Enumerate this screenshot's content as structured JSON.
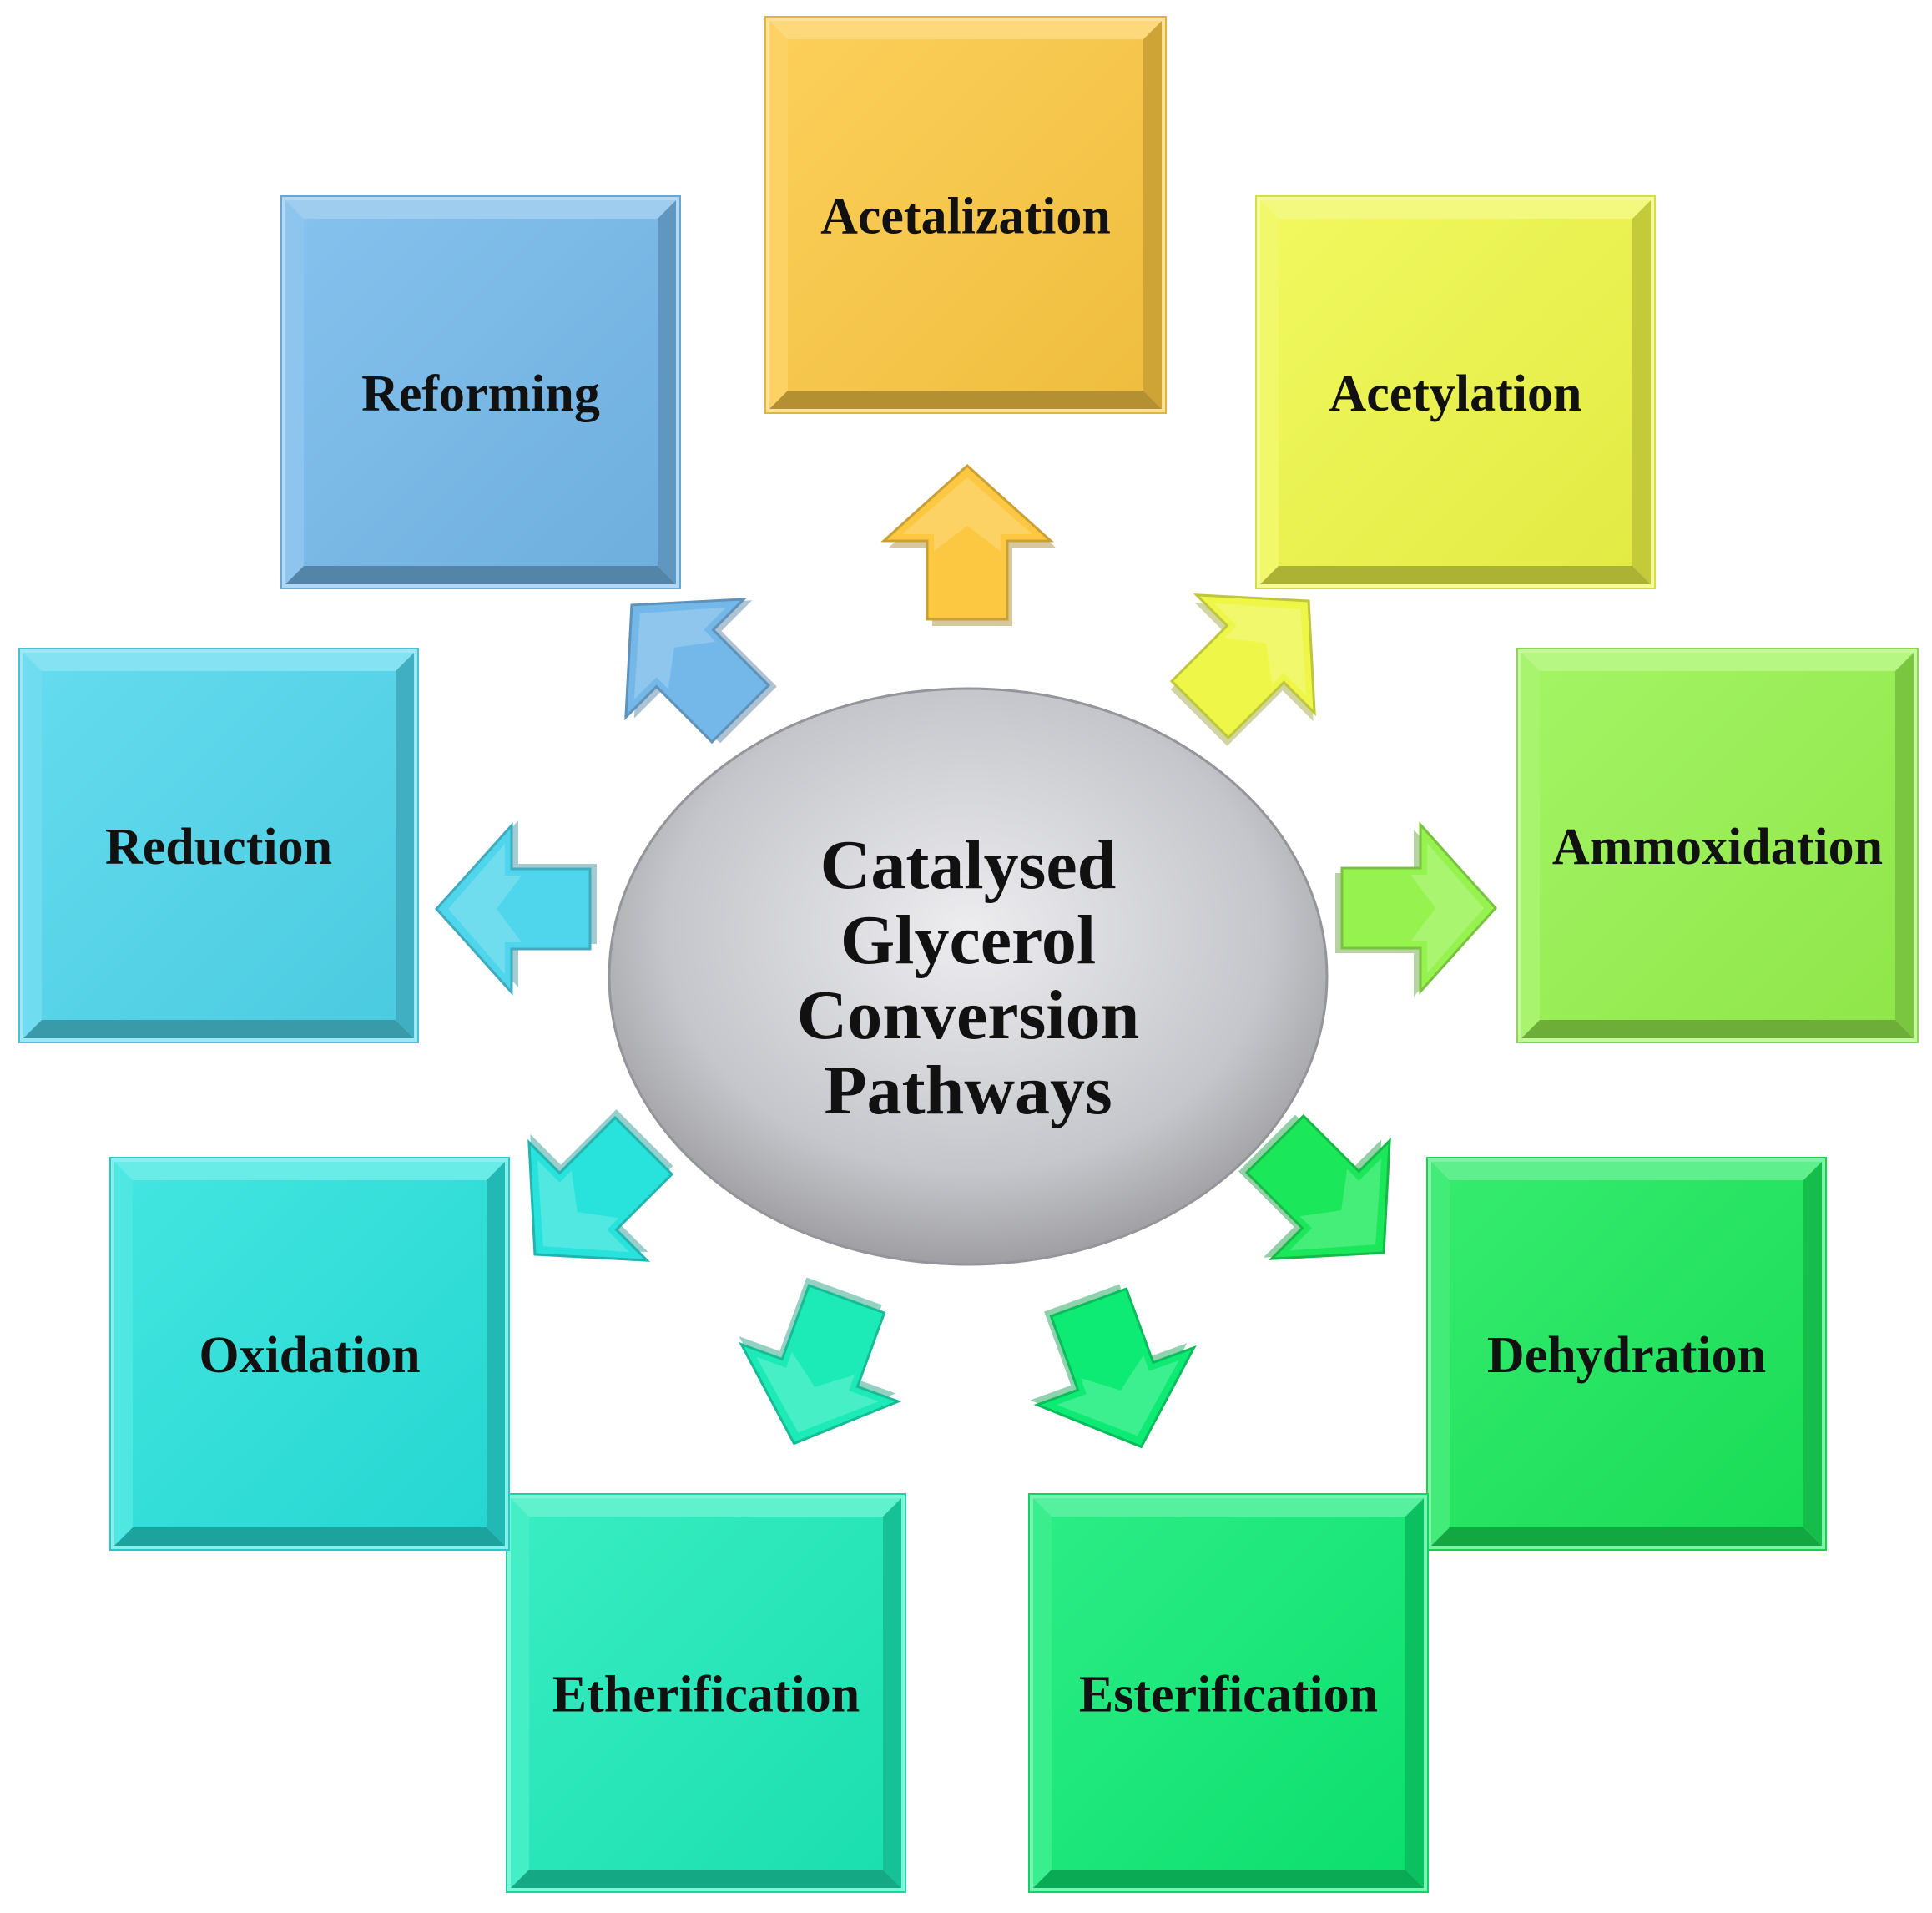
{
  "center": {
    "lines": [
      "Catalysed",
      "Glycerol",
      "Conversion",
      "Pathways"
    ],
    "color": "#c5c6cb"
  },
  "pathways": [
    {
      "key": "acetalization",
      "label": "Acetalization",
      "color": "#fcc842"
    },
    {
      "key": "acetylation",
      "label": "Acetylation",
      "color": "#eef748"
    },
    {
      "key": "ammoxidation",
      "label": "Ammoxidation",
      "color": "#96f24e"
    },
    {
      "key": "dehydration",
      "label": "Dehydration",
      "color": "#1ae85a"
    },
    {
      "key": "esterification",
      "label": "Esterification",
      "color": "#0eeb74"
    },
    {
      "key": "etherification",
      "label": "Etherification",
      "color": "#1cebb8"
    },
    {
      "key": "oxidation",
      "label": "Oxidation",
      "color": "#28e2dc"
    },
    {
      "key": "reduction",
      "label": "Reduction",
      "color": "#4fd6ec"
    },
    {
      "key": "reforming",
      "label": "Reforming",
      "color": "#74b8ea"
    }
  ]
}
